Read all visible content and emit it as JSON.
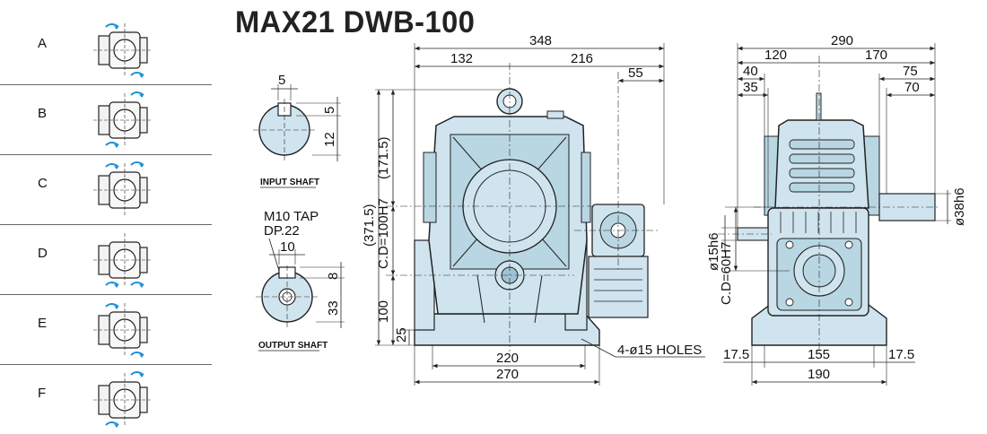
{
  "title": "MAX21 DWB-100",
  "mounting": {
    "items": [
      {
        "letter": "A"
      },
      {
        "letter": "B"
      },
      {
        "letter": "C"
      },
      {
        "letter": "D"
      },
      {
        "letter": "E"
      },
      {
        "letter": "F"
      }
    ]
  },
  "input_shaft": {
    "label": "INPUT SHAFT",
    "key_width": "5",
    "key_depth": "5",
    "center_height": "12"
  },
  "output_shaft": {
    "label": "OUTPUT SHAFT",
    "tap": "M10 TAP",
    "depth": "DP.22",
    "key_width": "10",
    "key_depth": "8",
    "center_height": "33"
  },
  "front_view": {
    "overall_width": "348",
    "left_width": "132",
    "right_width": "216",
    "motor_offset": "55",
    "height_upper": "(171.5)",
    "height_total": "(371.5)",
    "center_distance": "C.D=100H7",
    "center_height": "100",
    "base_thickness": "25",
    "base_inner": "220",
    "base_outer": "270",
    "holes": "4-ø15 HOLES"
  },
  "side_view": {
    "overall_width": "290",
    "left_width": "120",
    "right_width": "170",
    "left_a": "40",
    "left_b": "35",
    "right_a": "75",
    "right_b": "70",
    "output_dia": "ø38h6",
    "input_dia": "ø15h6",
    "center_distance": "C.D=60H7",
    "base_left": "17.5",
    "base_mid": "155",
    "base_right": "17.5",
    "base_total": "190"
  },
  "colors": {
    "body_fill": "#cfe4ee",
    "body_shade": "#9fc3d4",
    "line": "#222222",
    "arrow": "#1e8fd6"
  }
}
